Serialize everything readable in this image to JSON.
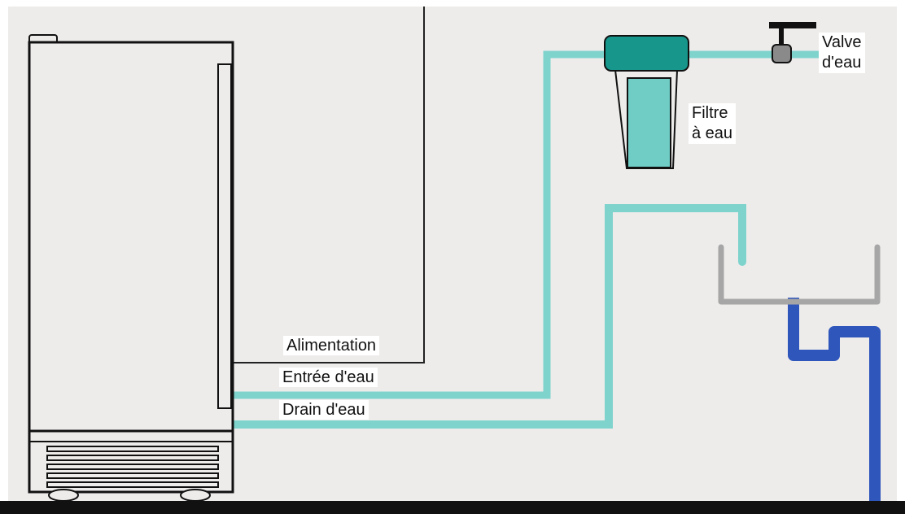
{
  "labels": {
    "alimentation": "Alimentation",
    "entree_eau": "Entrée d'eau",
    "drain_eau": "Drain d'eau",
    "filtre_line1": "Filtre",
    "filtre_line2": "à eau",
    "valve_line1": "Valve",
    "valve_line2": "d'eau"
  },
  "colors": {
    "background": "#eeeceb",
    "water_line": "#7fd3cd",
    "filter_cap": "#17968c",
    "filter_body": "#6fcdc6",
    "drain_pipe": "#2f56bb",
    "sink": "#a6a6a6",
    "floor": "#111111",
    "outline": "#111111",
    "valve": "#8a8a8a"
  }
}
